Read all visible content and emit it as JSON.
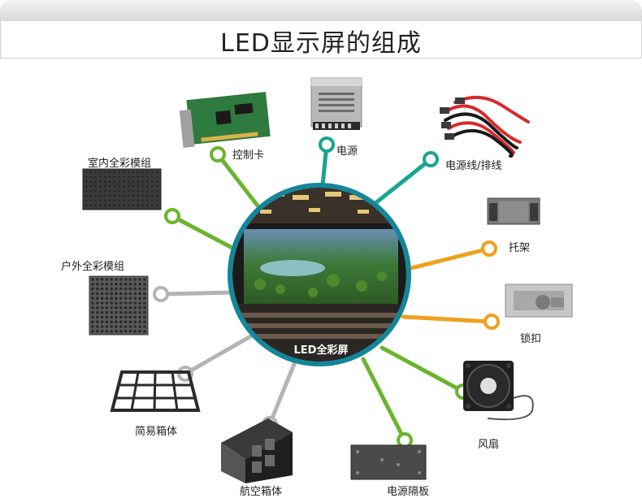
{
  "title": "LED显示屏的组成",
  "center": {
    "label": "LED全彩屏"
  },
  "colors": {
    "green": "#6ab42e",
    "teal": "#19a58e",
    "orange": "#f0a01e",
    "gray": "#b4b4b4",
    "ring": "#14869a"
  },
  "components": [
    {
      "id": "control-card",
      "label": "控制卡",
      "color": "green",
      "icon": "control-card-icon"
    },
    {
      "id": "power-supply",
      "label": "电源",
      "color": "teal",
      "icon": "power-supply-icon"
    },
    {
      "id": "power-cable",
      "label": "电源线/排线",
      "color": "teal",
      "icon": "cable-icon"
    },
    {
      "id": "bracket",
      "label": "托架",
      "color": "orange",
      "icon": "bracket-icon"
    },
    {
      "id": "lock",
      "label": "锁扣",
      "color": "orange",
      "icon": "lock-icon"
    },
    {
      "id": "fan",
      "label": "风扇",
      "color": "green",
      "icon": "fan-icon"
    },
    {
      "id": "power-panel",
      "label": "电源隔板",
      "color": "green",
      "icon": "panel-icon"
    },
    {
      "id": "flight-case",
      "label": "航空箱体",
      "color": "gray",
      "icon": "flight-case-icon"
    },
    {
      "id": "simple-cabinet",
      "label": "简易箱体",
      "color": "gray",
      "icon": "cabinet-icon"
    },
    {
      "id": "outdoor-module",
      "label": "户外全彩模组",
      "color": "gray",
      "icon": "outdoor-module-icon"
    },
    {
      "id": "indoor-module",
      "label": "室内全彩模组",
      "color": "green",
      "icon": "indoor-module-icon"
    }
  ]
}
